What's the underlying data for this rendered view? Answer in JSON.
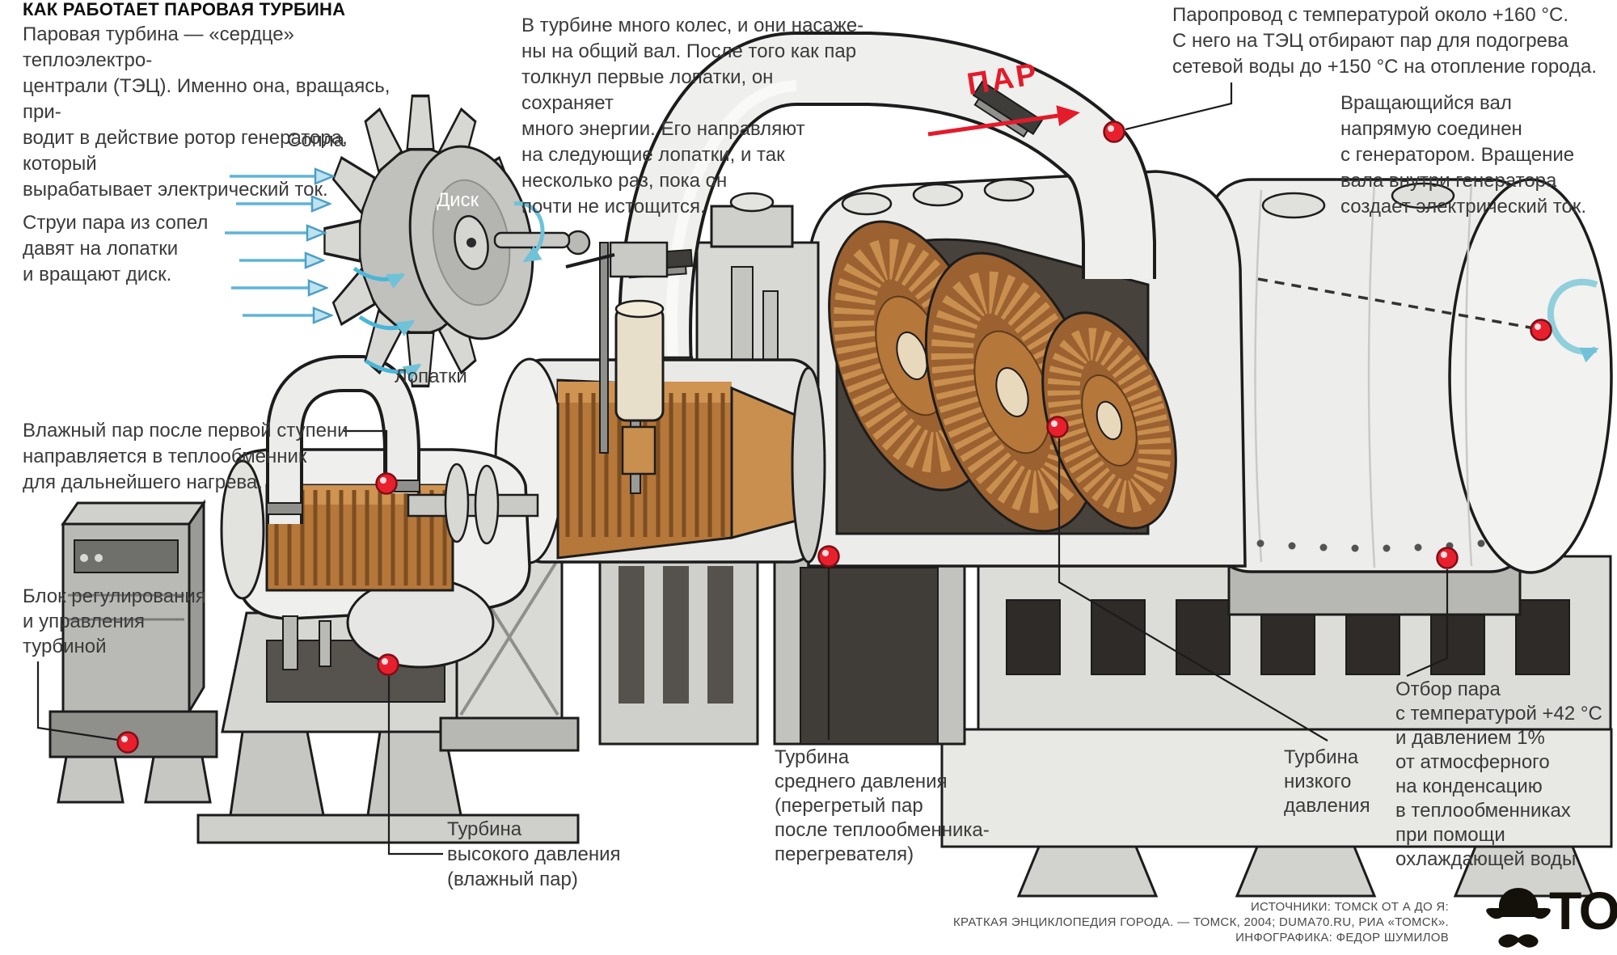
{
  "infographic": {
    "title": "КАК РАБОТАЕТ ПАРОВАЯ ТУРБИНА",
    "intro": "Паровая турбина — «сердце» теплоэлектро-\nцентрали (ТЭЦ). Именно она, вращаясь, при-\nводит в действие ротор генератора, который\nвырабатывает электрический ток.",
    "how_it_works": "В турбине много колес, и они насаже-\nны на общий вал. После того как пар\nтолкнул первые лопатки, он сохраняет\nмного энергии. Его направляют\nна следующие лопатки, и так\nнесколько раз, пока он\nпочти не истощится."
  },
  "inset": {
    "nozzles_label": "Сопла",
    "disk_label": "Диск",
    "blades_label": "Лопатки",
    "jets_note": "Струи пара из сопел\nдавят на лопатки\nи вращают диск."
  },
  "labels": {
    "steam_flow": "ПАР"
  },
  "callouts": {
    "steam_pipe": "Паропровод с температурой около +160 °C.\nС него на ТЭЦ отбирают пар для подогрева\nсетевой воды до +150 °C на отопление города.",
    "rotating_shaft": "Вращающийся вал\nнапрямую соединен\nс генератором. Вращение\nвала внутри генератора\nсоздает электрический ток.",
    "wet_steam": "Влажный пар после первой ступени\nнаправляется в теплообменник\nдля дальнейшего нагрева.",
    "control_unit": "Блок регулирования\nи управления\nтурбиной",
    "hp_turbine": "Турбина\nвысокого давления\n(влажный пар)",
    "mp_turbine": "Турбина\nсреднего давления\n(перегретый пар\nпосле теплообменника-\nперегревателя)",
    "lp_turbine": "Турбина\nнизкого\nдавления",
    "steam_extraction": "Отбор пара\nс температурой +42 °C\nи давлением 1%\nот атмосферного\nна конденсацию\nв теплообменниках\nпри помощи\nохлаждающей воды"
  },
  "credits": {
    "sources": "ИСТОЧНИКИ: ТОМСК ОТ А ДО Я:\nКРАТКАЯ ЭНЦИКЛОПЕДИЯ ГОРОДА. — ТОМСК, 2004; DUMA70.RU, РИА «ТОМСК».\nИНФОГРАФИКА: ФЕДОР ШУМИЛОВ",
    "logo_text": "ТО"
  },
  "colors": {
    "accent_red": "#e31b2b",
    "steam_blue": "#5fb4d6",
    "copper": "#b5773a"
  }
}
